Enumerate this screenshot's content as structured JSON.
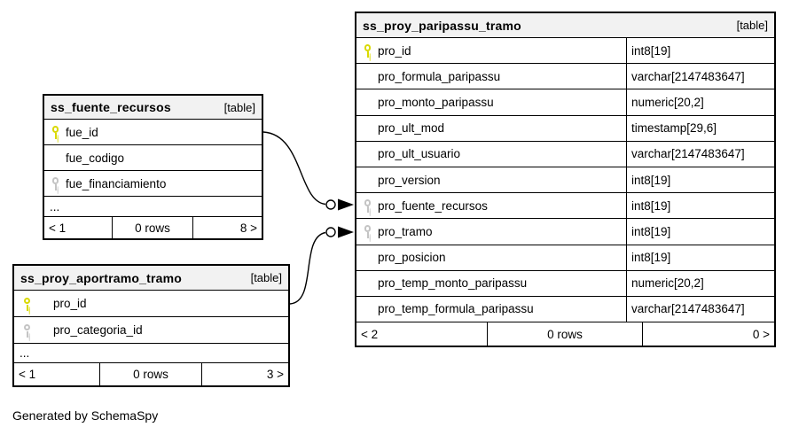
{
  "diagram": {
    "credit": "Generated by SchemaSpy",
    "colors": {
      "primary_key": "#d9d900",
      "foreign_key": "#c4c4c4",
      "header_bg": "#f2f2f2",
      "border": "#000000"
    }
  },
  "tables": {
    "paripassu": {
      "name": "ss_proy_paripassu_tramo",
      "tag": "[table]",
      "columns": [
        {
          "name": "pro_id",
          "type": "int8[19]",
          "key": "pk"
        },
        {
          "name": "pro_formula_paripassu",
          "type": "varchar[2147483647]",
          "key": ""
        },
        {
          "name": "pro_monto_paripassu",
          "type": "numeric[20,2]",
          "key": ""
        },
        {
          "name": "pro_ult_mod",
          "type": "timestamp[29,6]",
          "key": ""
        },
        {
          "name": "pro_ult_usuario",
          "type": "varchar[2147483647]",
          "key": ""
        },
        {
          "name": "pro_version",
          "type": "int8[19]",
          "key": ""
        },
        {
          "name": "pro_fuente_recursos",
          "type": "int8[19]",
          "key": "fk"
        },
        {
          "name": "pro_tramo",
          "type": "int8[19]",
          "key": "fk"
        },
        {
          "name": "pro_posicion",
          "type": "int8[19]",
          "key": ""
        },
        {
          "name": "pro_temp_monto_paripassu",
          "type": "numeric[20,2]",
          "key": ""
        },
        {
          "name": "pro_temp_formula_paripassu",
          "type": "varchar[2147483647]",
          "key": ""
        }
      ],
      "footer": {
        "left": "< 2",
        "center": "0 rows",
        "right": "0 >"
      }
    },
    "fuente": {
      "name": "ss_fuente_recursos",
      "tag": "[table]",
      "columns": [
        {
          "name": "fue_id",
          "key": "pk"
        },
        {
          "name": "fue_codigo",
          "key": ""
        },
        {
          "name": "fue_financiamiento",
          "key": "fk"
        }
      ],
      "ellipsis": "...",
      "footer": {
        "left": "< 1",
        "center": "0 rows",
        "right": "8 >"
      }
    },
    "aportramo": {
      "name": "ss_proy_aportramo_tramo",
      "tag": "[table]",
      "columns": [
        {
          "name": "pro_id",
          "key": "pk"
        },
        {
          "name": "pro_categoria_id",
          "key": "fk"
        }
      ],
      "ellipsis": "...",
      "footer": {
        "left": "< 1",
        "center": "0 rows",
        "right": "3 >"
      }
    }
  }
}
